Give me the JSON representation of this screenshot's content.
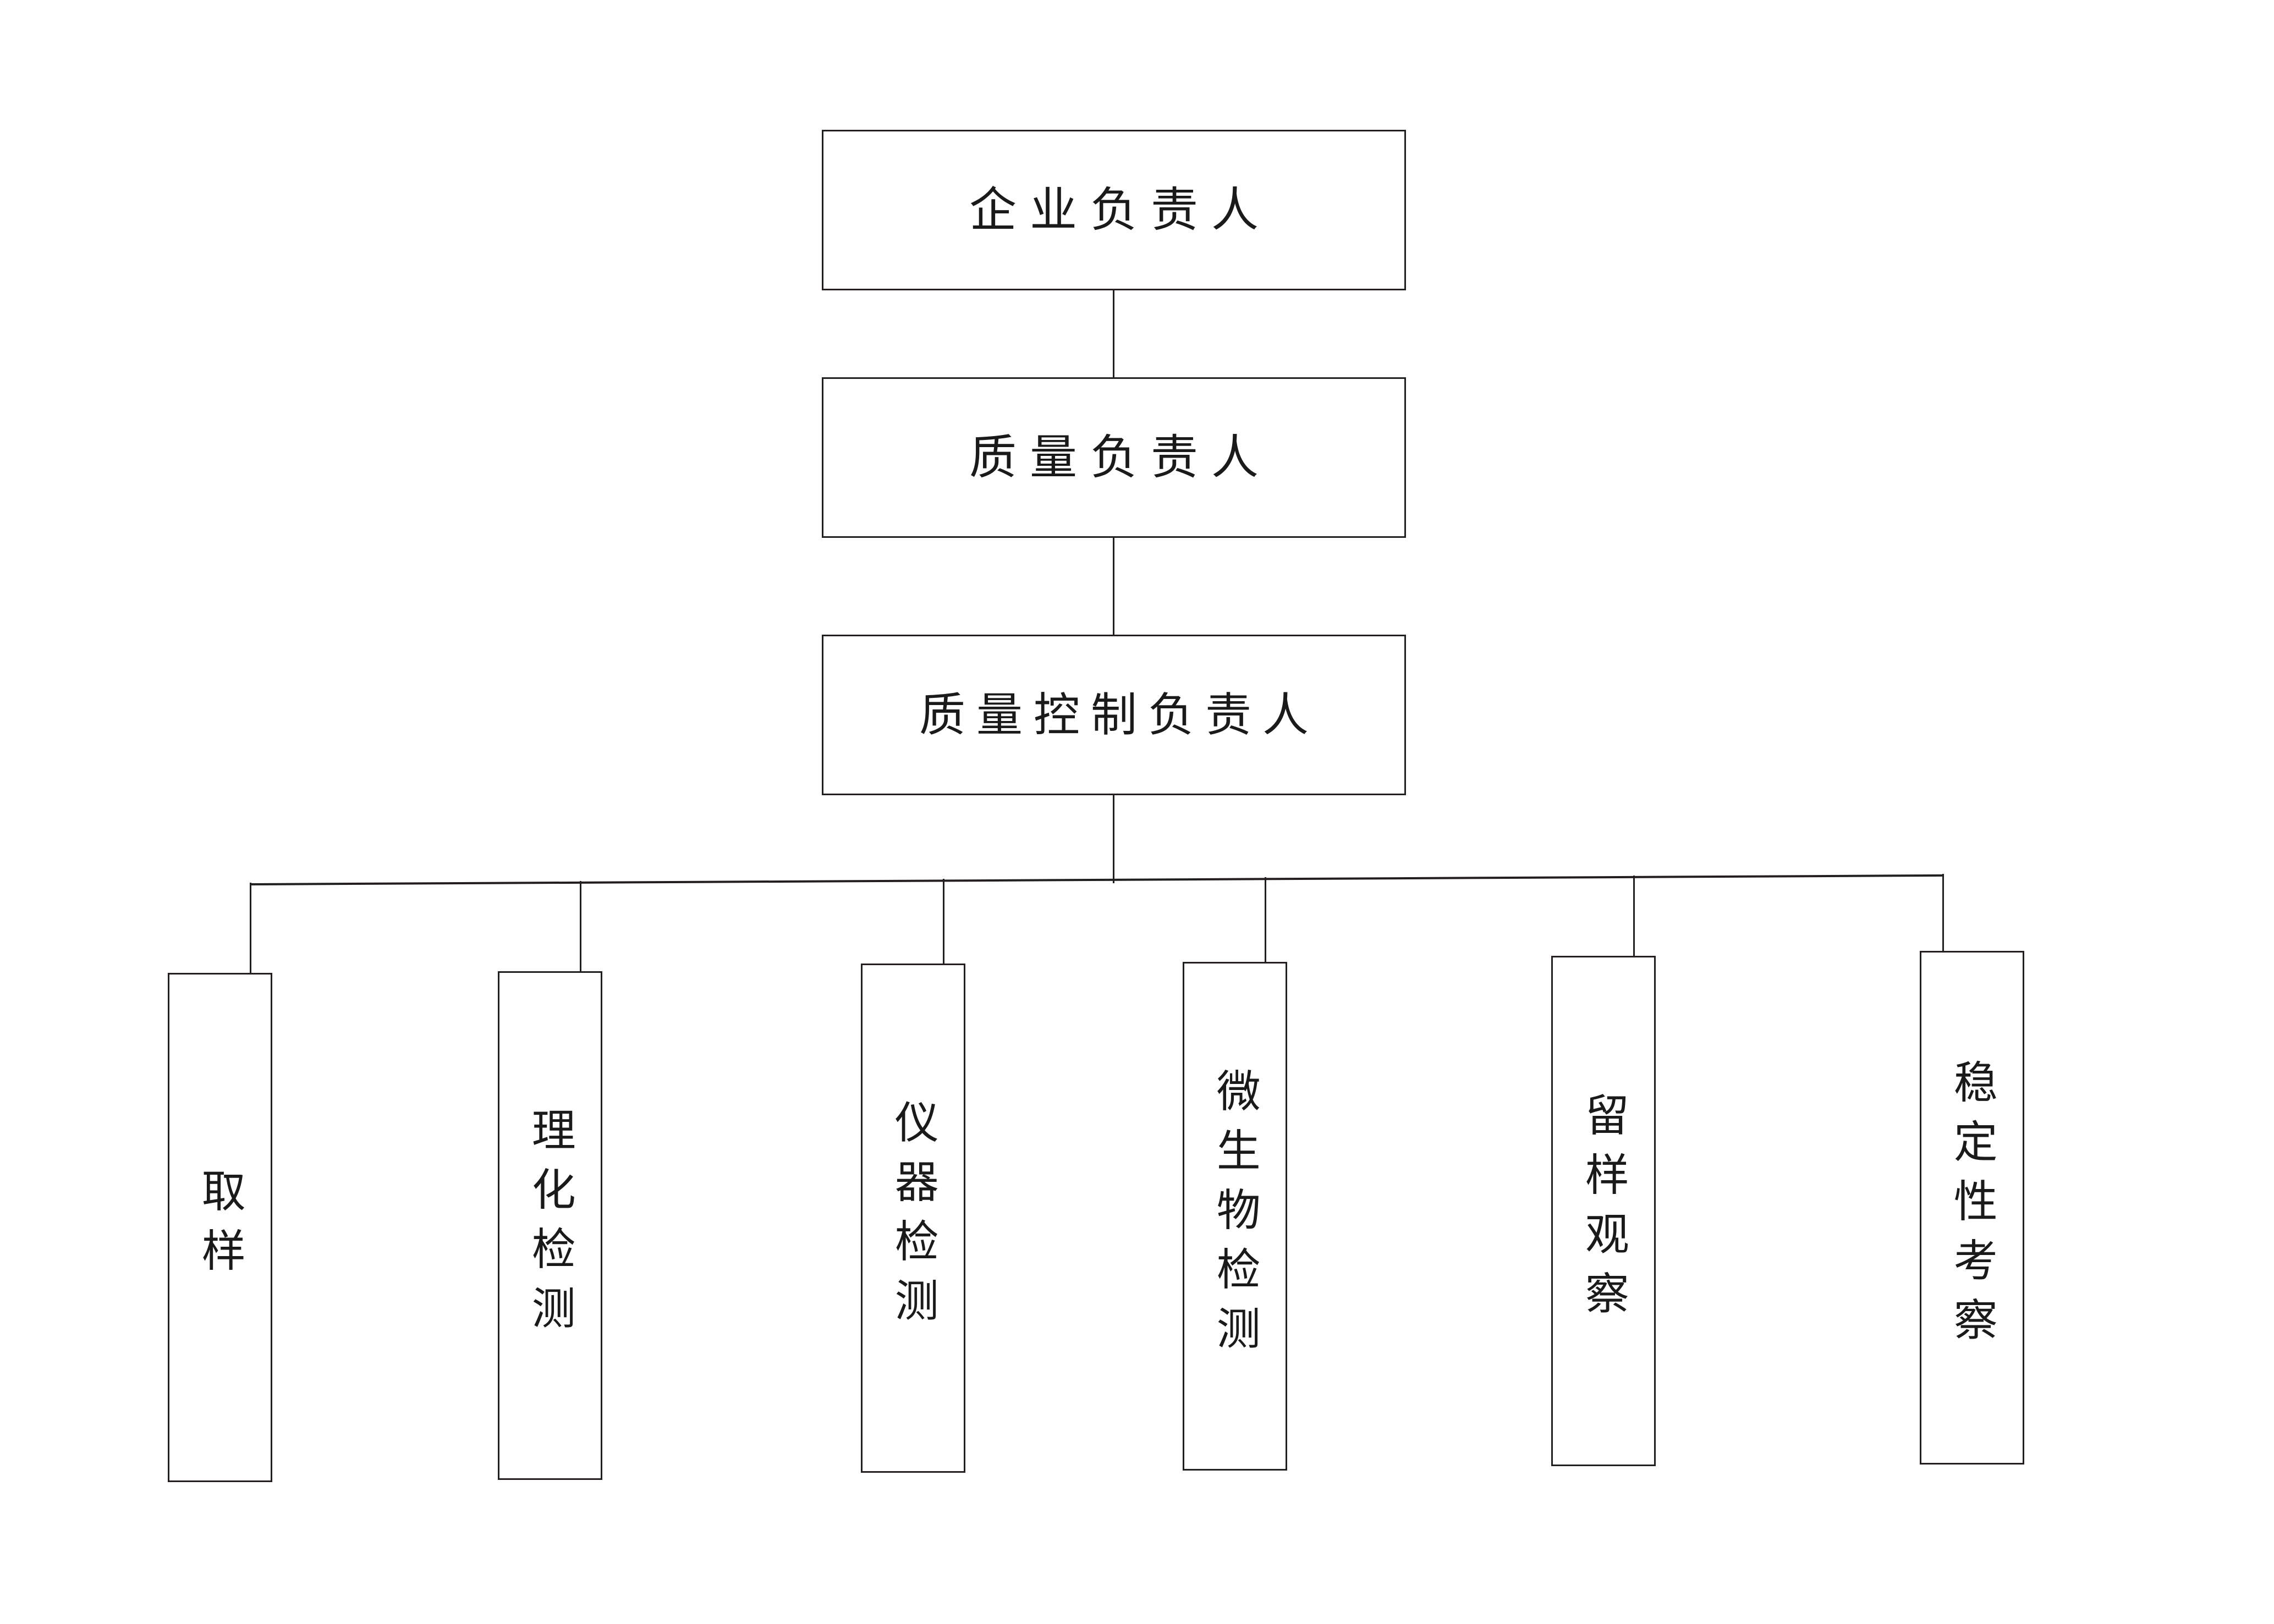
{
  "diagram": {
    "type": "organizational-chart",
    "orientation": "top-down",
    "background_color": "#ffffff",
    "line_color": "#231f20",
    "levels": [
      {
        "level": 1,
        "nodes": [
          {
            "id": "enterprise-manager",
            "label": "企业负责人",
            "text_direction": "horizontal"
          }
        ]
      },
      {
        "level": 2,
        "nodes": [
          {
            "id": "quality-manager",
            "label": "质量负责人",
            "text_direction": "horizontal"
          }
        ]
      },
      {
        "level": 3,
        "nodes": [
          {
            "id": "qc-manager",
            "label": "质量控制负责人",
            "text_direction": "horizontal"
          }
        ]
      },
      {
        "level": 4,
        "nodes": [
          {
            "id": "sampling",
            "label": "取样",
            "text_direction": "vertical"
          },
          {
            "id": "physicochemical-test",
            "label": "理化检测",
            "text_direction": "vertical"
          },
          {
            "id": "instrument-test",
            "label": "仪器检测",
            "text_direction": "vertical"
          },
          {
            "id": "microbiology-test",
            "label": "微生物检测",
            "text_direction": "vertical"
          },
          {
            "id": "retained-sample-observation",
            "label": "留样观察",
            "text_direction": "vertical"
          },
          {
            "id": "stability-study",
            "label": "稳定性考察",
            "text_direction": "vertical"
          }
        ]
      }
    ],
    "edges": [
      {
        "from": "enterprise-manager",
        "to": "quality-manager"
      },
      {
        "from": "quality-manager",
        "to": "qc-manager"
      },
      {
        "from": "qc-manager",
        "to": "sampling"
      },
      {
        "from": "qc-manager",
        "to": "physicochemical-test"
      },
      {
        "from": "qc-manager",
        "to": "instrument-test"
      },
      {
        "from": "qc-manager",
        "to": "microbiology-test"
      },
      {
        "from": "qc-manager",
        "to": "retained-sample-observation"
      },
      {
        "from": "qc-manager",
        "to": "stability-study"
      }
    ]
  }
}
